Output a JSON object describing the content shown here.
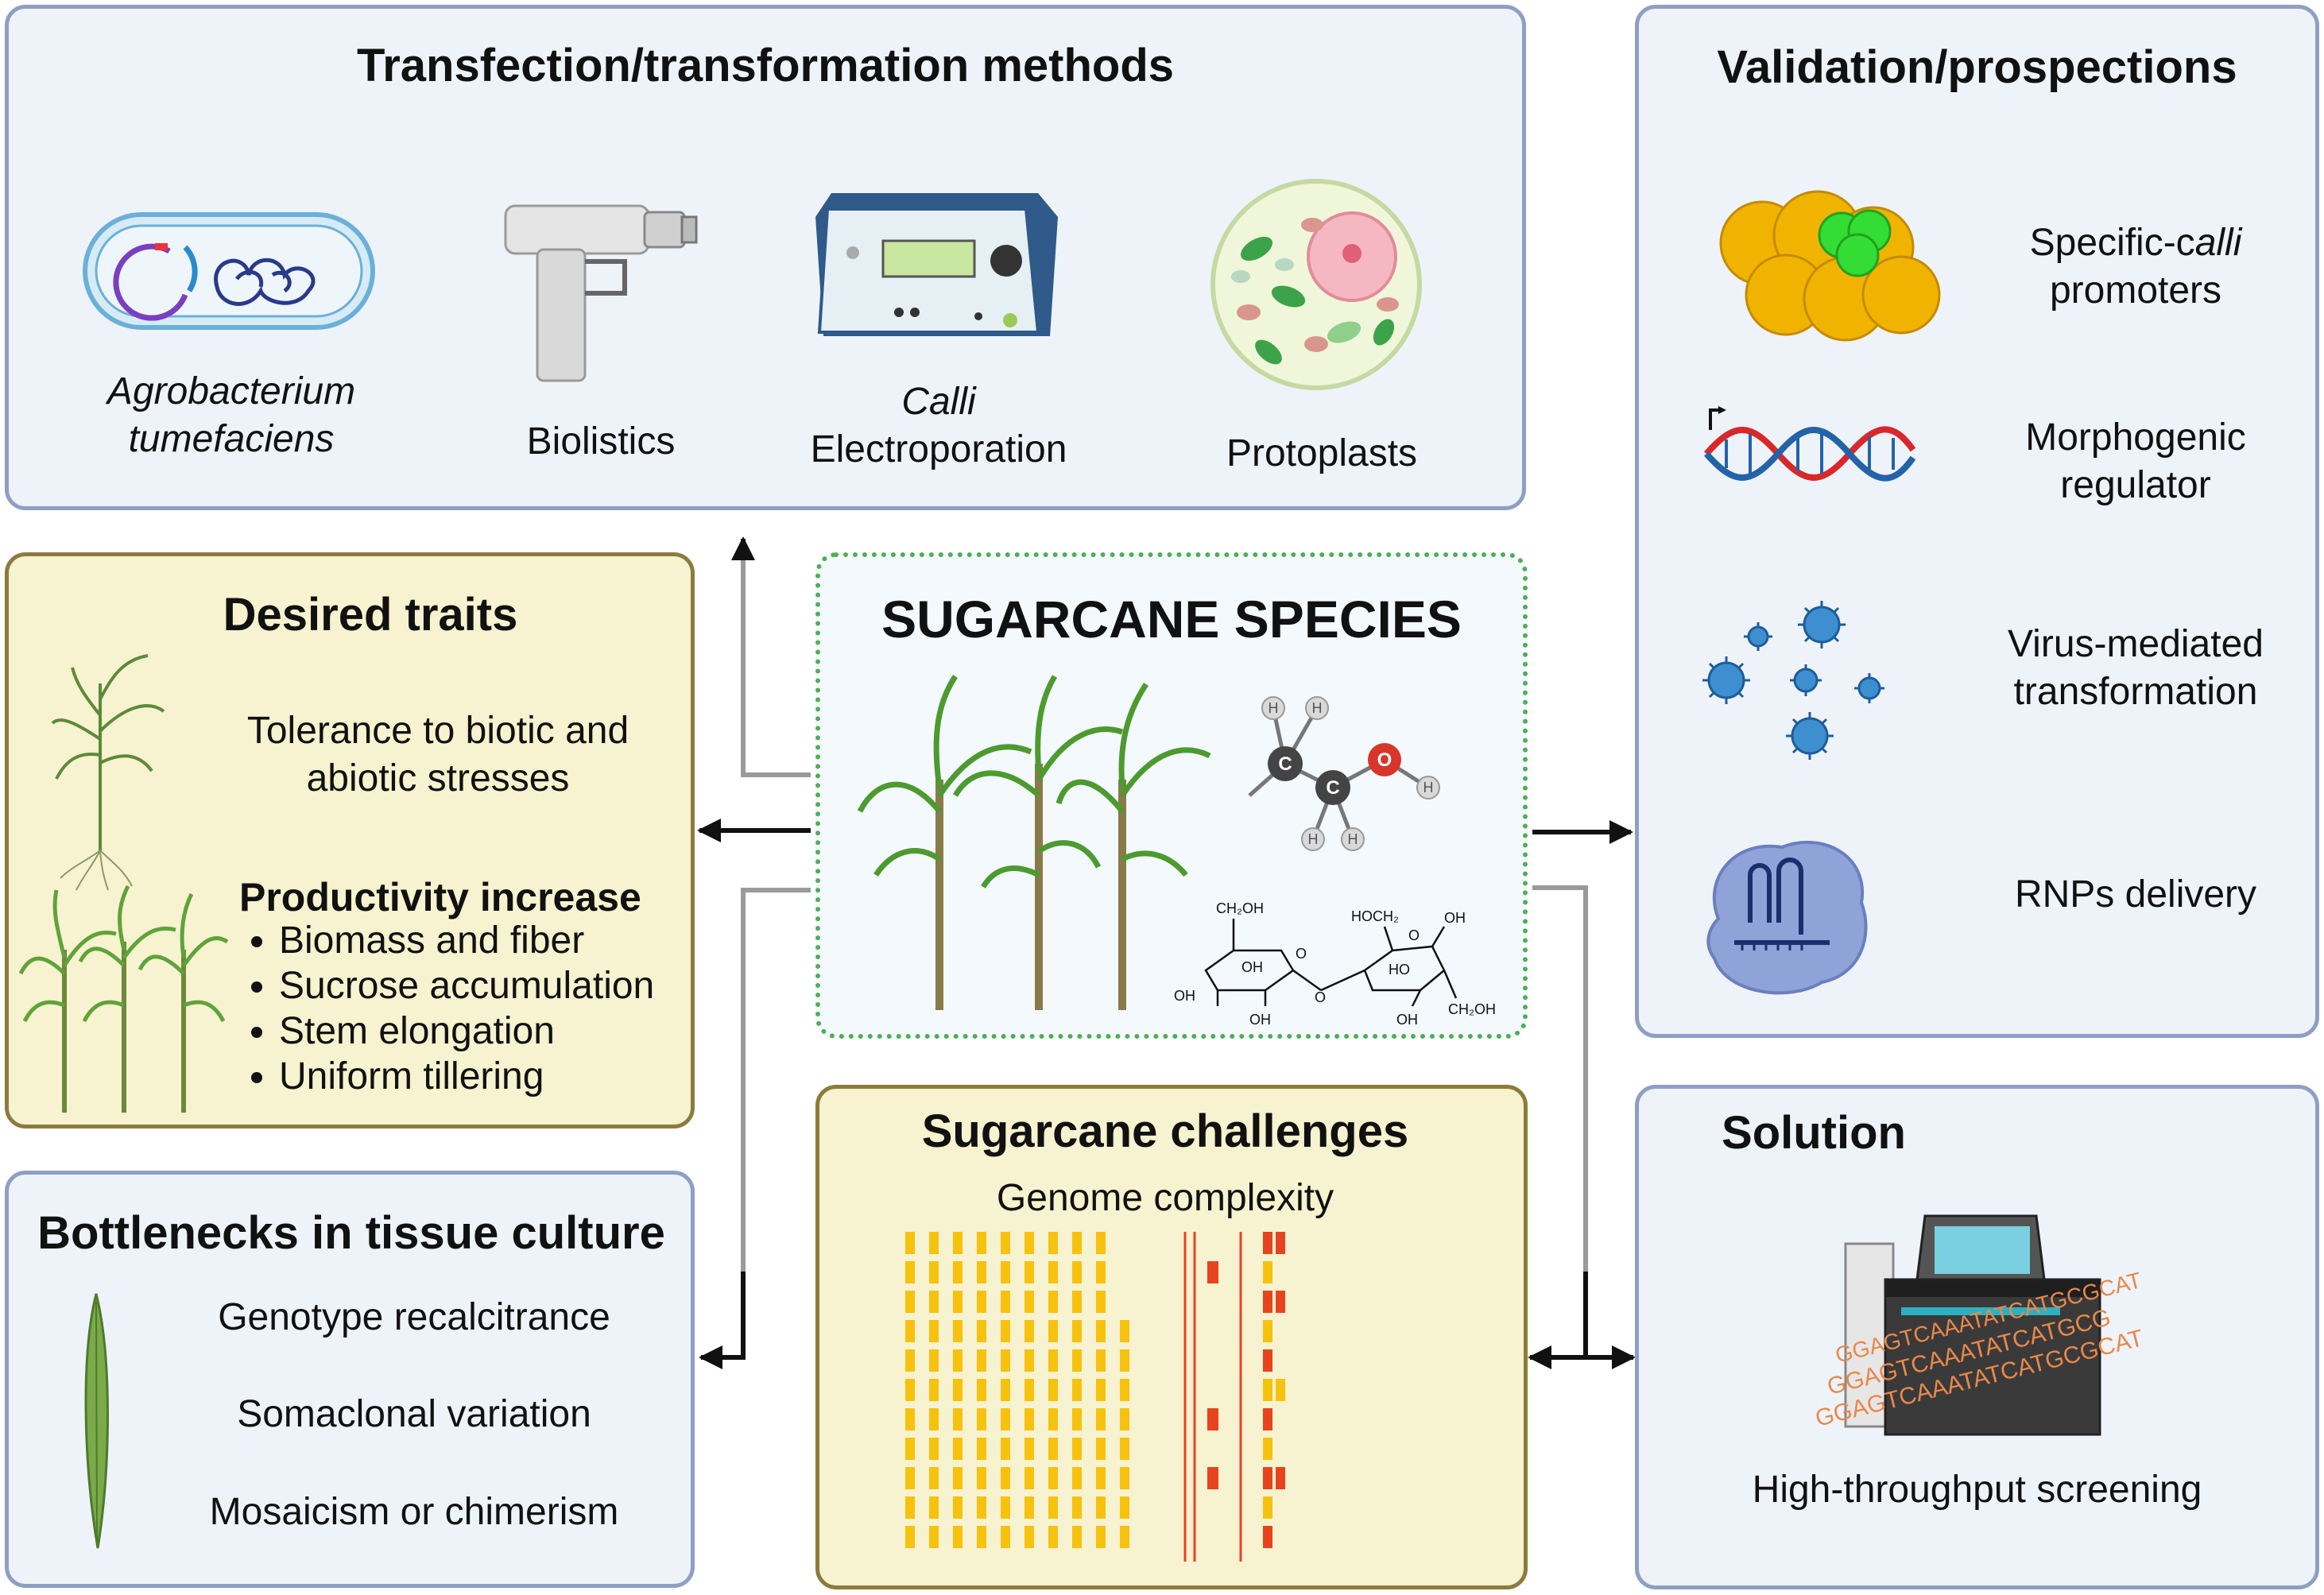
{
  "methods": {
    "title": "Transfection/transformation methods",
    "agrobacterium": {
      "line1": "Agrobacterium",
      "line2": "tumefaciens"
    },
    "biolistics": "Biolistics",
    "electroporation": {
      "line1": "Calli",
      "line2": "Electroporation"
    },
    "protoplasts": "Protoplasts"
  },
  "validation": {
    "title": "Validation/prospections",
    "items": [
      {
        "line1a": "Specific-c",
        "line1b": "alli",
        "line2": "promoters",
        "icon": "callus-icon"
      },
      {
        "line1": "Morphogenic",
        "line2": "regulator",
        "icon": "dna-icon"
      },
      {
        "line1": "Virus-mediated",
        "line2": "transformation",
        "icon": "virus-icon"
      },
      {
        "line1": "RNPs delivery",
        "icon": "rnp-icon"
      }
    ]
  },
  "traits": {
    "title": "Desired traits",
    "tolerance": {
      "line1": "Tolerance to biotic and",
      "line2": "abiotic stresses"
    },
    "productivity": "Productivity increase",
    "bullets": [
      "Biomass and fiber",
      "Sucrose accumulation",
      "Stem elongation",
      "Uniform tillering"
    ]
  },
  "species": {
    "title": "SUGARCANE SPECIES",
    "molecule_labels": {
      "h": "H",
      "c": "C",
      "o": "O",
      "ch2oh": "CH₂OH",
      "hoch2": "HOCH₂",
      "oh": "OH",
      "ho": "HO",
      "ring_o": "O",
      "link_o": "O"
    }
  },
  "bottlenecks": {
    "title": "Bottlenecks in tissue culture",
    "items": [
      "Genotype recalcitrance",
      "Somaclonal variation",
      "Mosaicism or chimerism"
    ]
  },
  "challenges": {
    "title": "Sugarcane challenges",
    "subtitle": "Genome complexity"
  },
  "solution": {
    "title": "Solution",
    "caption": "High-throughput screening",
    "sequence": [
      "GGAGTCAAATATCATGCGCAT",
      "GGAGTCAAATATCATGCG",
      "GGAGTCAAATATCATGCGCAT"
    ]
  },
  "colors": {
    "blue_panel_fill": "#eef3fa",
    "blue_panel_border": "#8e9fc3",
    "tan_panel_fill": "#f7f2cf",
    "tan_panel_border": "#8d7b3d",
    "species_border": "#4fae55",
    "callus": "#f0b400",
    "callus_highlight": "#33dd33",
    "chromosome_yellow": "#f6c20e",
    "chromosome_red": "#e8431f",
    "sequence": "#e8884a"
  }
}
